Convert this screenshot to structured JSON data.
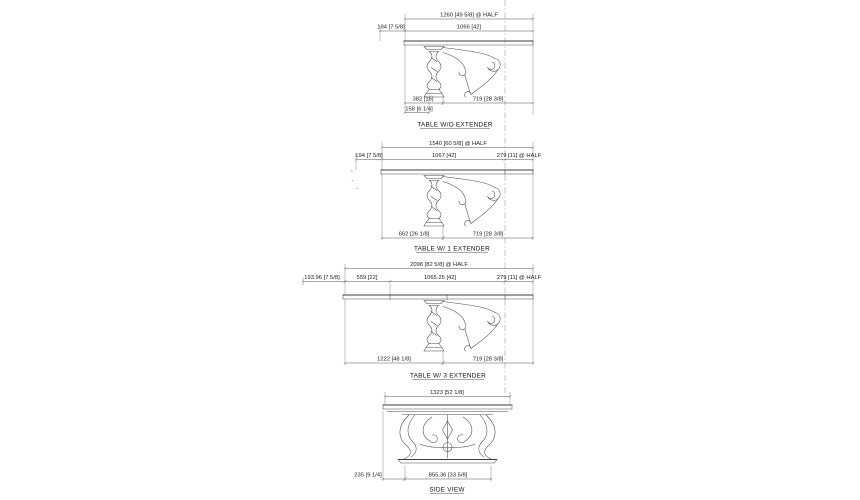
{
  "document": {
    "type": "furniture-dimension-drawing",
    "background_color": "#ffffff",
    "line_color": "#3c3c3c",
    "dimension_line_color": "#555555",
    "text_color": "#222222"
  },
  "views": [
    {
      "title": "TABLE W/O EXTENDER",
      "dims": {
        "overall_half": "1260 [49 5/8] @ HALF",
        "overhang_left": "194 [7 5/8]",
        "top_width": "1066 [42]",
        "base_left": "382 [15]",
        "base_right": "719 [28 3/8]",
        "foot": "158 [6 1/4]"
      }
    },
    {
      "title": "TABLE W/ 1  EXTENDER",
      "dims": {
        "overall_half": "1540 [60 5/8] @ HALF",
        "overhang_left": "194 [7 5/8]",
        "top_width": "1067 [42]",
        "extender_half": "279 [11] @ HALF",
        "base_left": "662 [26 1/8]",
        "base_right": "719 [28 3/8]"
      }
    },
    {
      "title": "TABLE W/ 3  EXTENDER",
      "dims": {
        "overall_half": "2098 [82 5/8] @ HALF",
        "overhang_left": "193.96 [7 5/8]",
        "leaf": "559 [22]",
        "top_width": "1065.25 [42]",
        "extender_half": "279 [11] @ HALF",
        "base_left": "1222 [48 1/8]",
        "base_right": "719 [28 3/8]"
      }
    },
    {
      "title": "SIDE VIEW",
      "dims": {
        "top_width": "1323 [52 1/8]",
        "foot": "235 [9 1/4]",
        "base_width": "855.36 [33 5/8]"
      }
    }
  ]
}
